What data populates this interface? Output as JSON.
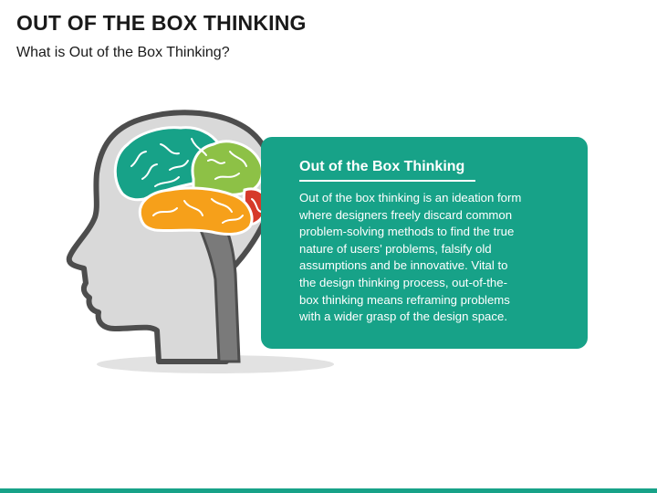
{
  "slide": {
    "title": "OUT OF THE BOX THINKING",
    "subtitle": "What is Out of the Box Thinking?"
  },
  "card": {
    "heading": "Out of the Box Thinking",
    "body_lines": [
      "Out of the box thinking is an ideation form",
      "where designers freely discard common",
      "problem-solving methods to find the true",
      "nature of users’ problems, falsify old",
      "assumptions and be innovative. Vital to",
      "the design thinking process, out-of-the-",
      "box thinking means reframing problems",
      "with a wider grasp of the design space."
    ]
  },
  "colors": {
    "accent": "#17a288",
    "brain_teal": "#17a288",
    "brain_green": "#8dc146",
    "brain_orange": "#f6a01a",
    "brain_red": "#d63a2a",
    "head_fill": "#d9d9d9",
    "head_outline": "#5a5a5a"
  },
  "icons": {
    "illustration": "head-with-brain-icon"
  }
}
